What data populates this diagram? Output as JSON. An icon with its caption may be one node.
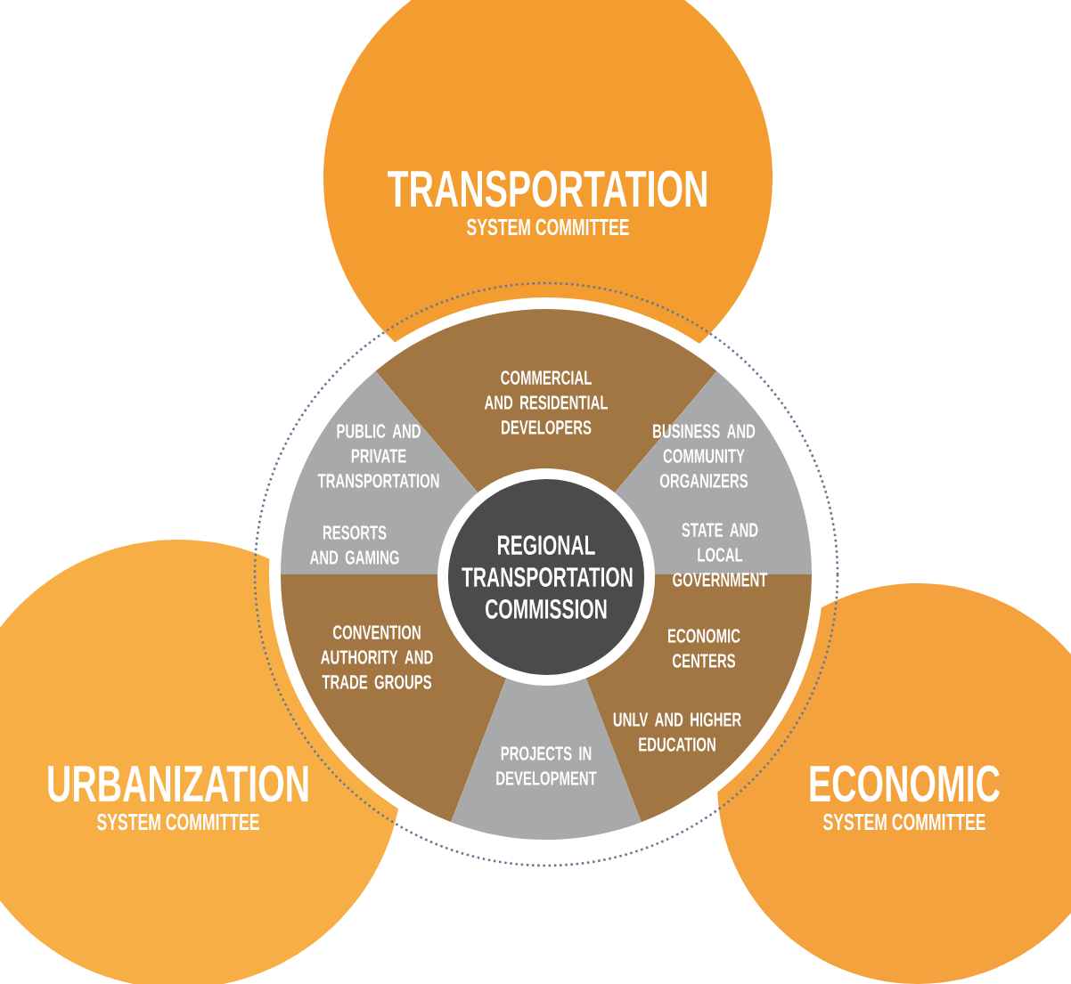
{
  "diagram": {
    "nodes": [
      {
        "text": [
          "TRANSPORTATION",
          "SYSTEM COMMITTEE"
        ]
      },
      {
        "text": [
          "URBANIZATION",
          "SYSTEM COMMITTEE"
        ]
      },
      {
        "text": [
          "ECONOMIC",
          "SYSTEM COMMITTEE"
        ]
      },
      {
        "text": [
          "COMMERCIAL AND RESIDENTIAL DEVELOPERS",
          "PUBLIC AND PRIVATE TRANSPORTATION",
          "BUSINESS AND COMMUNITY ORGANIZERS",
          "RESORTS AND GAMING",
          "STATE AND LOCAL GOVERNMENT",
          "CONVENTION AUTHORITY AND TRADE GROUPS",
          "ECONOMIC CENTERS",
          "UNLV AND HIGHER EDUCATION",
          "PROJECTS IN DEVELOPMENT"
        ]
      },
      {
        "text": [
          "REGIONAL TRANSPORTATION COMMISSION"
        ],
        "in": 3
      }
    ],
    "edges": []
  }
}
